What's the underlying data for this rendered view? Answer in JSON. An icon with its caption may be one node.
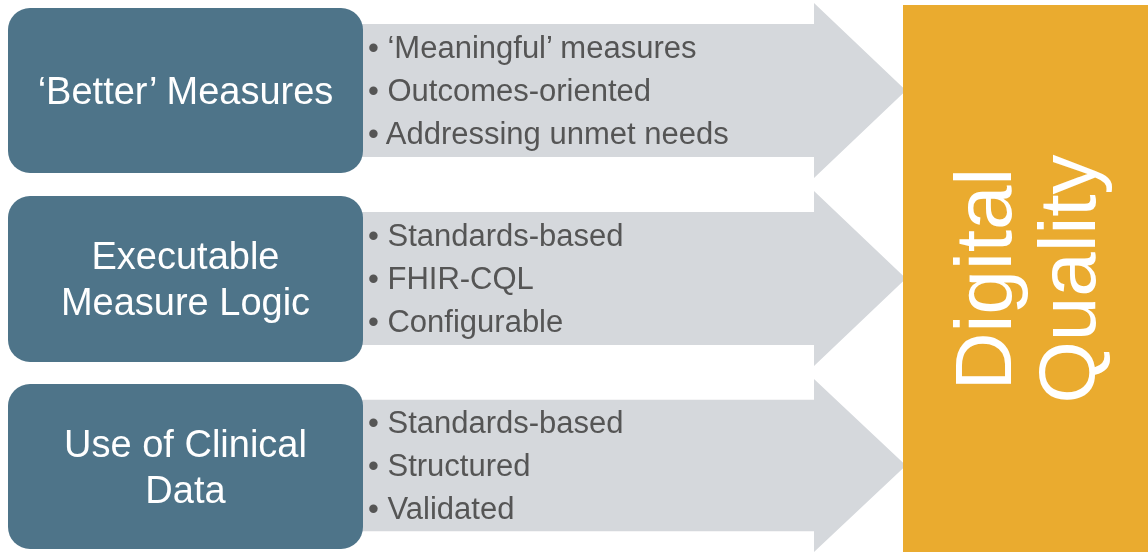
{
  "diagram": {
    "nodes": [
      {
        "text": [
          "‘Better’ Measures"
        ]
      },
      {
        "text": [
          "Executable Measure Logic"
        ]
      },
      {
        "text": [
          "Use of Clinical Data"
        ]
      },
      {
        "text": [
          "• ‘Meaningful’ measures",
          "• Outcomes-oriented",
          "• Addressing unmet needs"
        ]
      },
      {
        "text": [
          "• Standards-based",
          "• FHIR-CQL",
          "• Configurable"
        ]
      },
      {
        "text": [
          "• Standards-based",
          "• Structured",
          "• Validated"
        ]
      },
      {
        "text": [
          "Digital Quality"
        ]
      }
    ]
  }
}
